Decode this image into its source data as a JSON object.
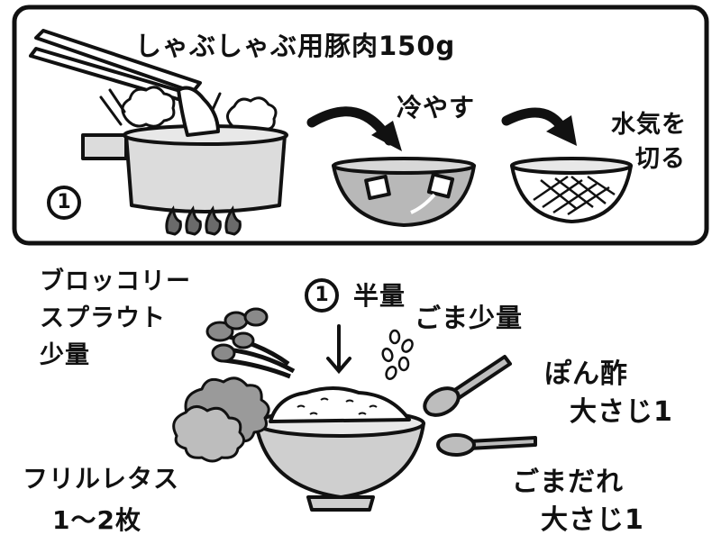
{
  "step_panel": {
    "step_number": "1",
    "title": "しゃぶしゃぶ用豚肉150g",
    "cool_label": "冷やす",
    "drain_label_line1": "水気を",
    "drain_label_line2": "切る"
  },
  "ingredients": {
    "step_ref_number": "1",
    "step_ref_amount": "半量",
    "sesame": "ごま少量",
    "sprout_line1": "ブロッコリー",
    "sprout_line2": "スプラウト",
    "sprout_line3": "少量",
    "ponzu_line1": "ぽん酢",
    "ponzu_line2": "大さじ1",
    "lettuce_line1": "フリルレタス",
    "lettuce_line2": "1〜2枚",
    "gomadare_line1": "ごまだれ",
    "gomadare_line2": "大さじ1"
  },
  "colors": {
    "ink": "#111111",
    "panel_bg": "#ffffff",
    "pot_fill": "#dcdcdc",
    "bowl_fill": "#cfcfcf",
    "water_fill": "#b8b8b8",
    "greens_fill": "#8a8a8a"
  },
  "icons": [
    "pot-icon",
    "steam-icon",
    "flame-icon",
    "chopsticks-icon",
    "arrow-icon",
    "ice-bowl-icon",
    "colander-icon",
    "rice-bowl-icon",
    "sprout-icon",
    "lettuce-icon",
    "spoon-icon",
    "sesame-icon"
  ]
}
